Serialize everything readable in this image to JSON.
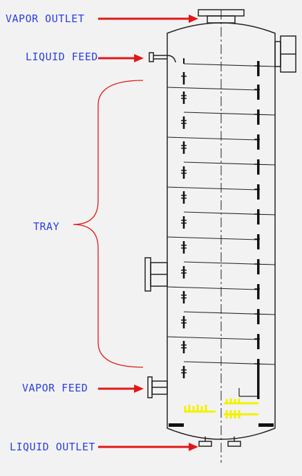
{
  "labels": {
    "vapor_outlet": "VAPOR OUTLET",
    "liquid_feed": "LIQUID FEED",
    "tray": "TRAY",
    "vapor_feed": "VAPOR FEED",
    "liquid_outlet": "LIQUID OUTLET"
  },
  "colors": {
    "background": "#f2f2f2",
    "label_text": "#2b3fe0",
    "arrow": "#e01818",
    "bracket": "#e01818",
    "outline": "#222222",
    "sparger": "#f2f200"
  }
}
